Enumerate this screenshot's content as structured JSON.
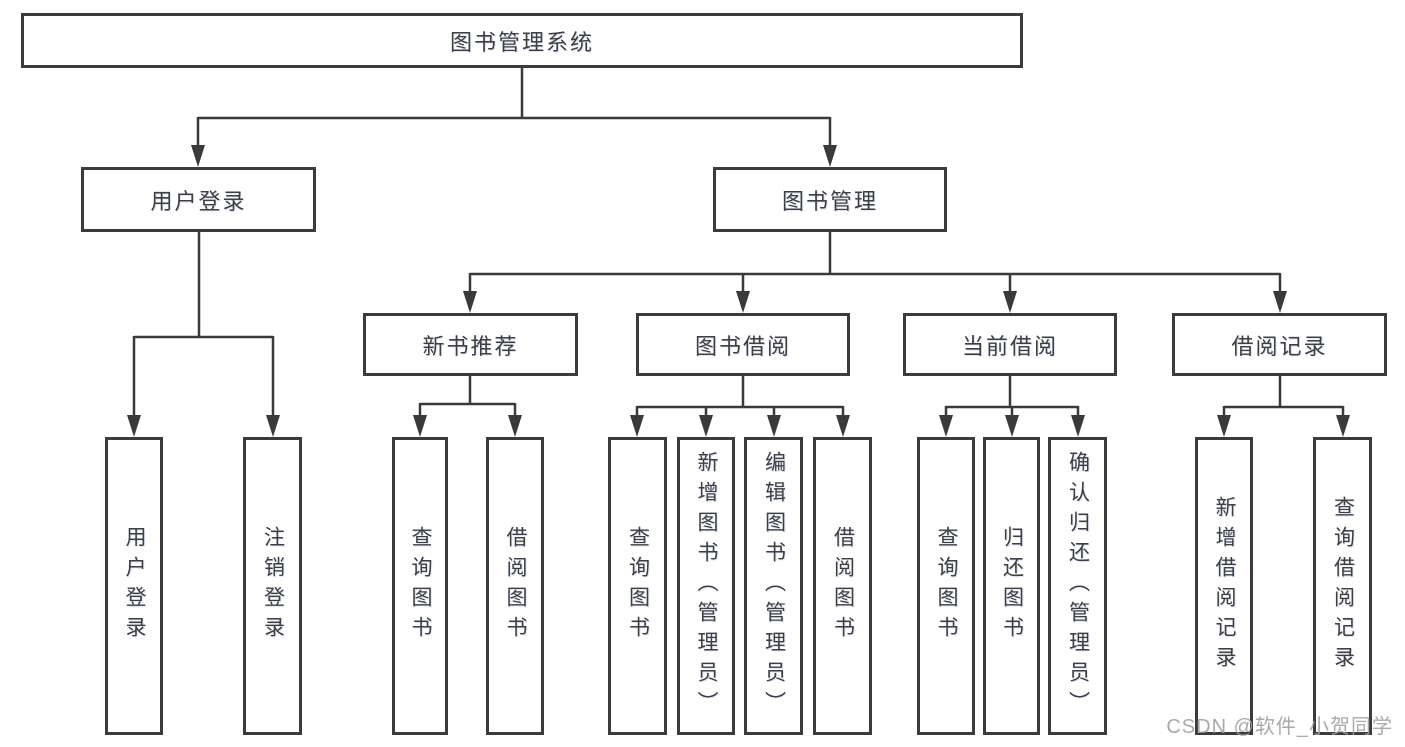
{
  "tree": {
    "root": "图书管理系统",
    "branches": [
      {
        "label": "用户登录",
        "leaves": [
          "用户登录",
          "注销登录"
        ]
      },
      {
        "label": "图书管理",
        "groups": [
          {
            "label": "新书推荐",
            "leaves": [
              "查询图书",
              "借阅图书"
            ]
          },
          {
            "label": "图书借阅",
            "leaves": [
              "查询图书",
              "新增图书（管理员）",
              "编辑图书（管理员）",
              "借阅图书"
            ]
          },
          {
            "label": "当前借阅",
            "leaves": [
              "查询图书",
              "归还图书",
              "确认归还（管理员）"
            ]
          },
          {
            "label": "借阅记录",
            "leaves": [
              "新增借阅记录",
              "查询借阅记录"
            ]
          }
        ]
      }
    ]
  },
  "watermark": "CSDN @软件_小贺同学",
  "colors": {
    "line": "#3a3a3a",
    "text": "#3f3f3f",
    "background": "#ffffff",
    "watermark": "#a0a0a0"
  }
}
